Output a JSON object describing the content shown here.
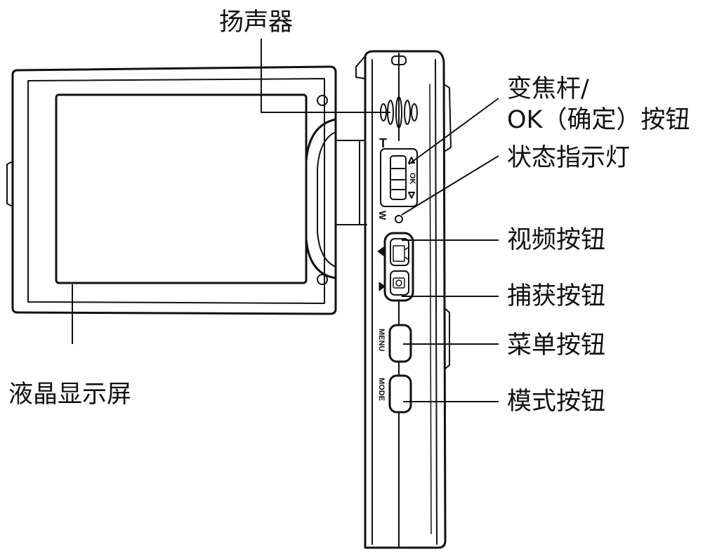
{
  "labels": {
    "speaker": "扬声器",
    "zoom_line1": "变焦杆/",
    "zoom_line2": "OK（确定）按钮",
    "status_led": "状态指示灯",
    "video_button": "视频按钮",
    "capture_button": "捕获按钮",
    "menu_button": "菜单按钮",
    "mode_button": "模式按钮",
    "lcd_screen": "液晶显示屏"
  },
  "device_marks": {
    "zoom_t": "T",
    "zoom_w": "W",
    "ok_text": "OK",
    "menu_text": "MENU",
    "mode_text": "MODE"
  },
  "colors": {
    "line": "#111111",
    "background": "#ffffff"
  }
}
